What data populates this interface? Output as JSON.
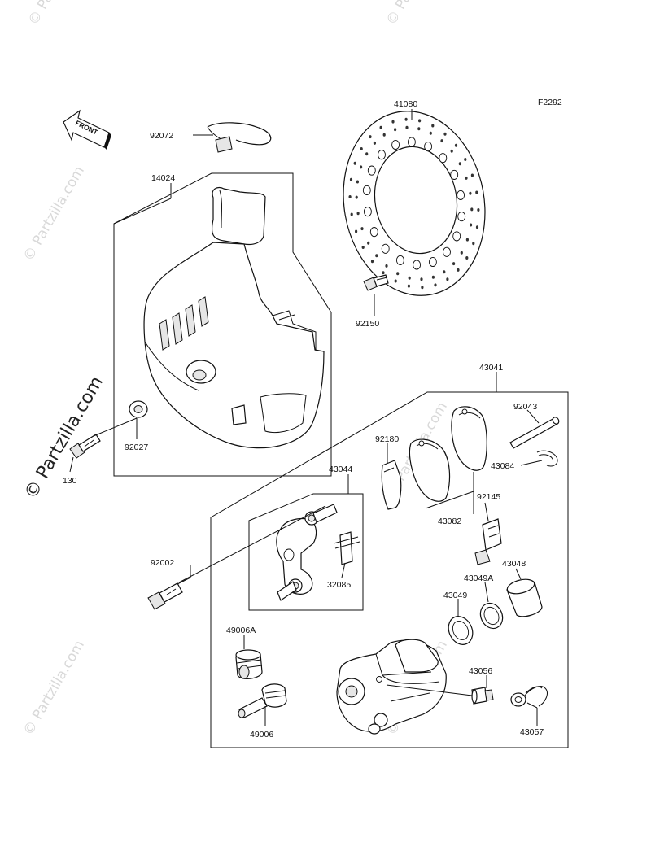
{
  "figure_code": "F2292",
  "front_arrow_label": "FRONT",
  "watermark": {
    "text": "© Partzilla.com",
    "main_text": "© Partzilla.com"
  },
  "parts": {
    "p41080": "41080",
    "p92072": "92072",
    "p14024": "14024",
    "p92150": "92150",
    "p43041": "43041",
    "p92043": "92043",
    "p92180": "92180",
    "p43084": "43084",
    "p92027": "92027",
    "p130": "130",
    "p43044": "43044",
    "p92145": "92145",
    "p43082": "43082",
    "p43048": "43048",
    "p92002": "92002",
    "p32085": "32085",
    "p43049A": "43049A",
    "p43049": "43049",
    "p49006A": "49006A",
    "p43056": "43056",
    "p49006": "49006",
    "p43057": "43057"
  }
}
